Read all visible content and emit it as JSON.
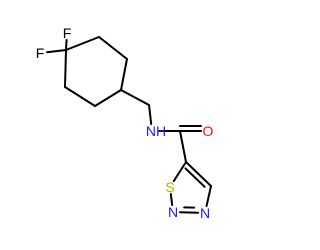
{
  "molecule": {
    "colors": {
      "bond": "#000000",
      "carbon": "#000000",
      "nitrogen": "#1a1aff",
      "oxygen": "#ff0d0d",
      "sulfur": "#b2b200",
      "fluorine": "#000000",
      "label_bg": "#ffffff"
    },
    "atoms": [
      {
        "id": "F1",
        "element": "F",
        "label": "F",
        "color": "fluorine"
      },
      {
        "id": "F2",
        "element": "F",
        "label": "F",
        "color": "fluorine"
      },
      {
        "id": "C1",
        "element": "C"
      },
      {
        "id": "C2",
        "element": "C"
      },
      {
        "id": "C3",
        "element": "C"
      },
      {
        "id": "C4",
        "element": "C"
      },
      {
        "id": "C5",
        "element": "C"
      },
      {
        "id": "C6",
        "element": "C"
      },
      {
        "id": "C7",
        "element": "C"
      },
      {
        "id": "N1",
        "element": "N",
        "label": "N",
        "color": "nitrogen",
        "suffix": "H"
      },
      {
        "id": "C8",
        "element": "C"
      },
      {
        "id": "O1",
        "element": "O",
        "label": "O",
        "color": "oxygen"
      },
      {
        "id": "C9",
        "element": "C"
      },
      {
        "id": "S1",
        "element": "S",
        "label": "S",
        "color": "sulfur"
      },
      {
        "id": "N2",
        "element": "N",
        "label": "N",
        "color": "nitrogen"
      },
      {
        "id": "N3",
        "element": "N",
        "label": "N",
        "color": "nitrogen"
      },
      {
        "id": "C10",
        "element": "C"
      }
    ],
    "bonds": [
      {
        "a": "C1",
        "b": "F1",
        "order": 1
      },
      {
        "a": "C1",
        "b": "F2",
        "order": 1
      },
      {
        "a": "C1",
        "b": "C2",
        "order": 1
      },
      {
        "a": "C2",
        "b": "C3",
        "order": 1
      },
      {
        "a": "C3",
        "b": "C4",
        "order": 1
      },
      {
        "a": "C4",
        "b": "C5",
        "order": 1
      },
      {
        "a": "C5",
        "b": "C6",
        "order": 1
      },
      {
        "a": "C6",
        "b": "C1",
        "order": 1
      },
      {
        "a": "C4",
        "b": "C7",
        "order": 1
      },
      {
        "a": "C7",
        "b": "N1",
        "order": 1
      },
      {
        "a": "N1",
        "b": "C8",
        "order": 1
      },
      {
        "a": "C8",
        "b": "O1",
        "order": 2
      },
      {
        "a": "C8",
        "b": "C9",
        "order": 1
      },
      {
        "a": "C9",
        "b": "S1",
        "order": 1
      },
      {
        "a": "S1",
        "b": "N2",
        "order": 1
      },
      {
        "a": "N2",
        "b": "N3",
        "order": 2
      },
      {
        "a": "N3",
        "b": "C10",
        "order": 1
      },
      {
        "a": "C10",
        "b": "C9",
        "order": 2
      }
    ]
  }
}
